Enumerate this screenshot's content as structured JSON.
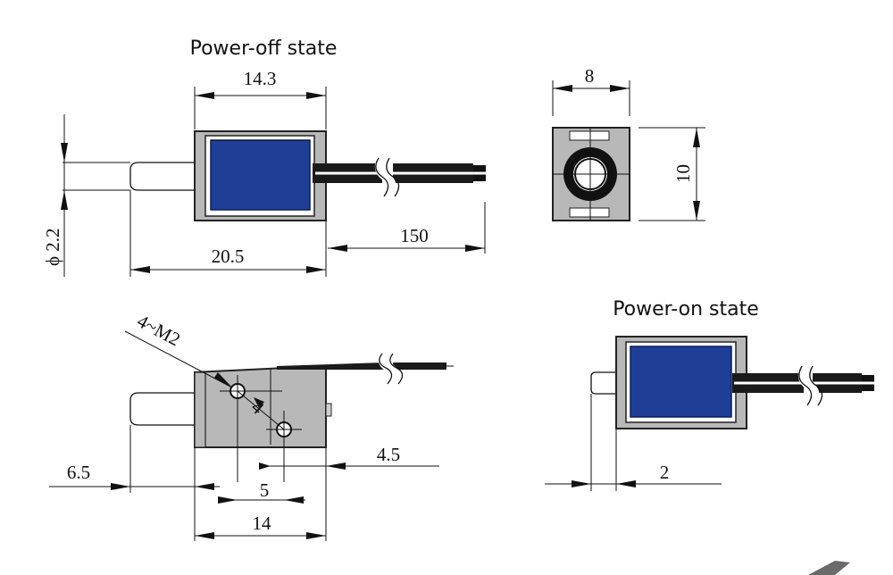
{
  "titles": {
    "power_off": "Power-off state",
    "power_on": "Power-on state"
  },
  "dimensions": {
    "top_width": "14.3",
    "side_width": "8",
    "side_height": "10",
    "plunger_diameter": "ϕ 2.2",
    "lead_length": "150",
    "total_length": "20.5",
    "screw_callout": "4~M2",
    "screw_pitch_v": "4",
    "plunger_ext": "6.5",
    "screw_offset": "4.5",
    "screw_pitch_h": "5",
    "bottom_width": "14",
    "stroke": "2"
  },
  "colors": {
    "coil": "#1f3f97",
    "housing": "#b8b8b8",
    "wire": "#1a1a1a"
  }
}
